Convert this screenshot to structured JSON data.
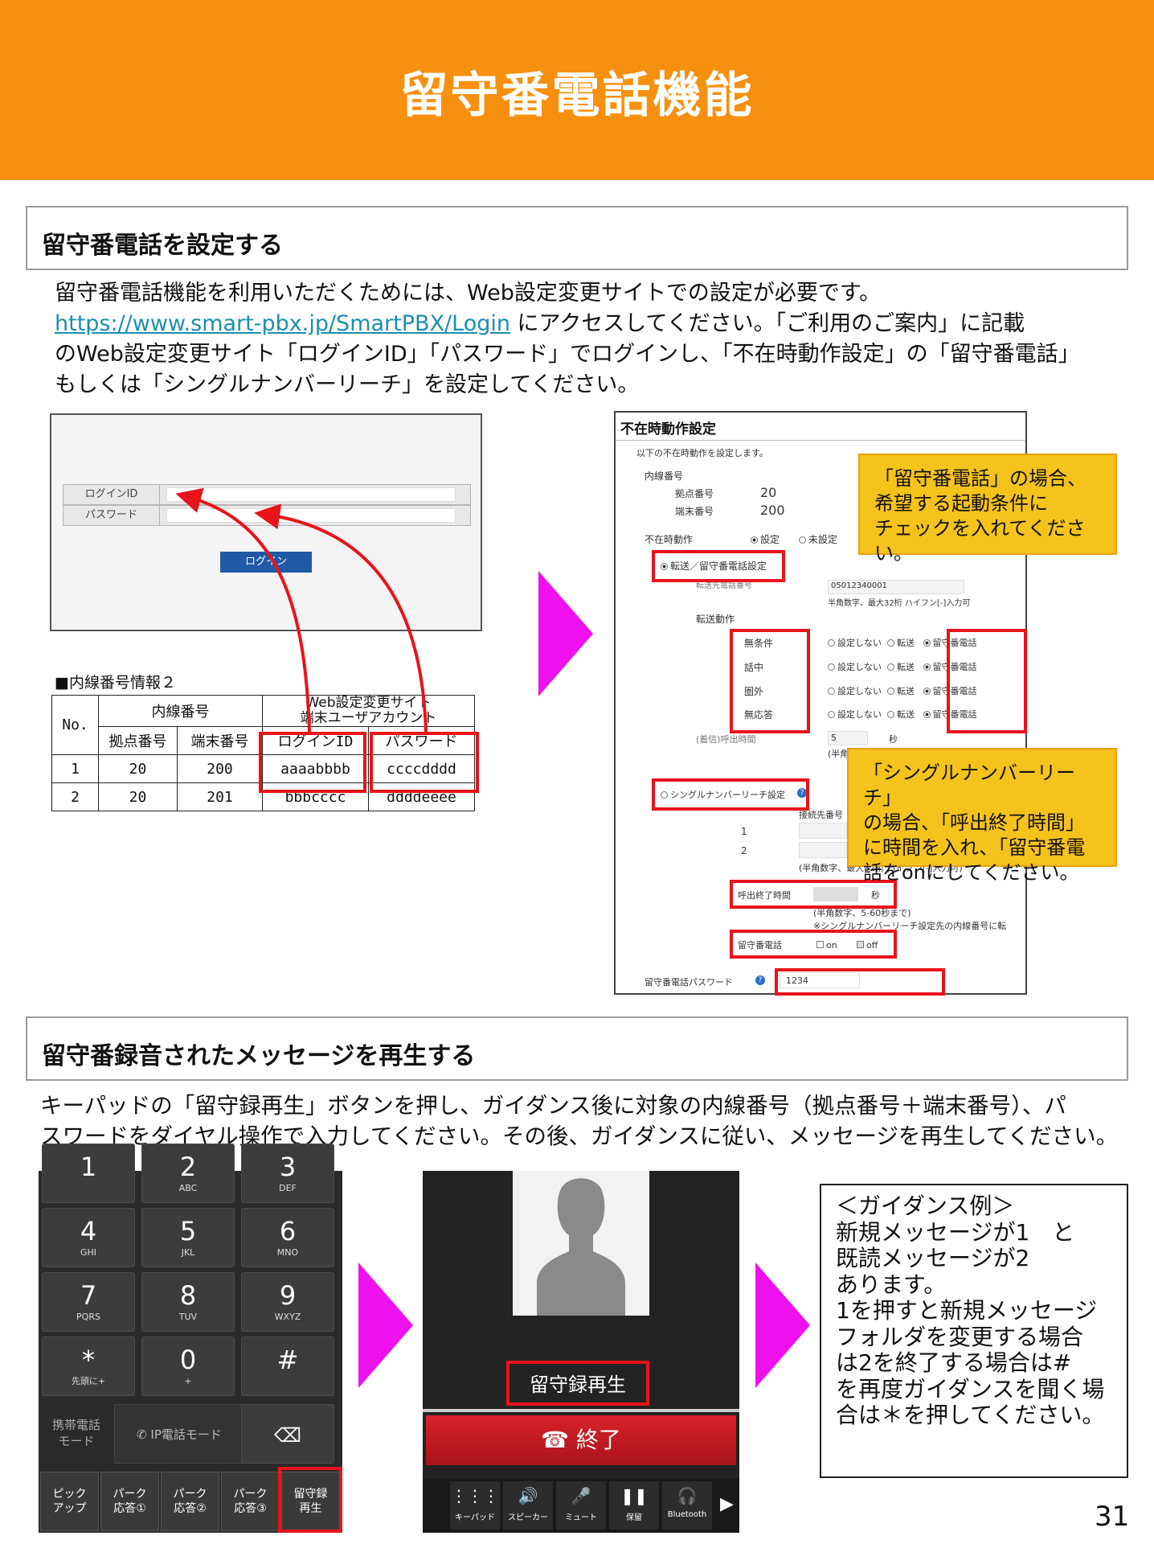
{
  "header": {
    "title": "留守番電話機能"
  },
  "section1": {
    "title": "留守番電話を設定する",
    "para_line1": "留守番電話機能を利用いただくためには、Web設定変更サイトでの設定が必要です。",
    "link": "https://www.smart-pbx.jp/SmartPBX/Login",
    "para_line2_rest": " にアクセスしてください。「ご利用のご案内」に記載",
    "para_line3": "のWeb設定変更サイト「ログインID」「パスワード」でログインし、「不在時動作設定」の「留守番電話」",
    "para_line4": "もしくは「シングルナンバーリーチ」を設定してください。"
  },
  "login": {
    "id_label": "ログインID",
    "pw_label": "パスワード",
    "button": "ログイン"
  },
  "ext_table": {
    "caption": "■内線番号情報２",
    "h_no": "No.",
    "h_ext": "内線番号",
    "h_web_1": "Web設定変更サイト",
    "h_web_2": "端末ユーザアカウント",
    "h_base": "拠点番号",
    "h_term": "端末番号",
    "h_id": "ログインID",
    "h_pw": "パスワード",
    "rows": [
      {
        "no": "1",
        "base": "20",
        "term": "200",
        "id": "aaaabbbb",
        "pw": "ccccdddd"
      },
      {
        "no": "2",
        "base": "20",
        "term": "201",
        "id": "bbbcccc",
        "pw": "ddddeeee"
      }
    ]
  },
  "settings": {
    "title": "不在時動作設定",
    "desc": "以下の不在時動作を設定します。",
    "ext_label": "内線番号",
    "base_label": "拠点番号",
    "base_val": "20",
    "term_label": "端末番号",
    "term_val": "200",
    "absent_label": "不在時動作",
    "opt_set": "設定",
    "opt_unset": "未設定",
    "fwd_vm_setting": "転送／留守番電話設定",
    "fwd_num_label": "転送先電話番号",
    "fwd_num_val": "05012340001",
    "fwd_num_hint": "半角数字、最大32桁 ハイフン[-]入力可",
    "fwd_action": "転送動作",
    "conds": [
      "無条件",
      "話中",
      "圏外",
      "無応答"
    ],
    "opt_none": "設定しない",
    "opt_fwd": "転送",
    "opt_vm": "留守番電話",
    "ring_label": "(着信)呼出時間",
    "ring_val": "5",
    "ring_unit": "秒",
    "ring_hint": "(半角",
    "snr_label": "シングルナンバーリーチ設定",
    "snr_num_label": "接続先番号",
    "snr_row1": "1",
    "snr_row2": "2",
    "snr_hint": "(半角数字、最大32桁 ハイフン[-]入力可)",
    "call_end_label": "呼出終了時間",
    "call_end_unit": "秒",
    "call_end_hint1": "(半角数字、5-60秒まで)",
    "call_end_hint2": "※シングルナンバーリーチ設定先の内線番号に転",
    "vm_label": "留守番電話",
    "vm_on": "on",
    "vm_off": "off",
    "vm_pw_label": "留守番電話パスワード",
    "vm_pw_val": "1234"
  },
  "callout1": [
    "「留守番電話」の場合、",
    "希望する起動条件に",
    "チェックを入れてください。"
  ],
  "callout2": [
    "「シングルナンバーリーチ」",
    "の場合、「呼出終了時間」",
    "に時間を入れ、「留守番電",
    "話をonにしてください。"
  ],
  "section2": {
    "title": "留守番録音されたメッセージを再生する",
    "para_line1": "キーパッドの「留守録再生」ボタンを押し、ガイダンス後に対象の内線番号（拠点番号＋端末番号）、パ",
    "para_line2": "スワードをダイヤル操作で入力してください。その後、ガイダンスに従い、メッセージを再生してください。"
  },
  "keypad": {
    "keys": [
      {
        "n": "1",
        "s": ""
      },
      {
        "n": "2",
        "s": "ABC"
      },
      {
        "n": "3",
        "s": "DEF"
      },
      {
        "n": "4",
        "s": "GHI"
      },
      {
        "n": "5",
        "s": "JKL"
      },
      {
        "n": "6",
        "s": "MNO"
      },
      {
        "n": "7",
        "s": "PQRS"
      },
      {
        "n": "8",
        "s": "TUV"
      },
      {
        "n": "9",
        "s": "WXYZ"
      },
      {
        "n": "*",
        "s": "先頭に+"
      },
      {
        "n": "0",
        "s": "+"
      },
      {
        "n": "#",
        "s": ""
      }
    ],
    "mobile_mode_1": "携帯電話",
    "mobile_mode_2": "モード",
    "ip_mode": "IP電話モード",
    "bottom": [
      {
        "l1": "ピック",
        "l2": "アップ"
      },
      {
        "l1": "パーク",
        "l2": "応答①"
      },
      {
        "l1": "パーク",
        "l2": "応答②"
      },
      {
        "l1": "パーク",
        "l2": "応答③"
      },
      {
        "l1": "留守録",
        "l2": "再生"
      }
    ]
  },
  "call": {
    "vm_button": "留守録再生",
    "end_button": "終了",
    "toolbar": [
      "キーパッド",
      "スピーカー",
      "ミュート",
      "保留",
      "Bluetooth"
    ]
  },
  "guidance": {
    "lines": [
      "＜ガイダンス例＞",
      "新規メッセージが1　と",
      "既読メッセージが2",
      "あります。",
      "1を押すと新規メッセージ",
      "フォルダを変更する場合",
      "は2を終了する場合は#",
      "を再度ガイダンスを聞く場",
      "合は＊を押してください。"
    ]
  },
  "page_number": "31",
  "colors": {
    "header": "#f7900f",
    "highlight": "#e8131b",
    "callout": "#f6c21c",
    "arrow": "#ee11ee"
  }
}
